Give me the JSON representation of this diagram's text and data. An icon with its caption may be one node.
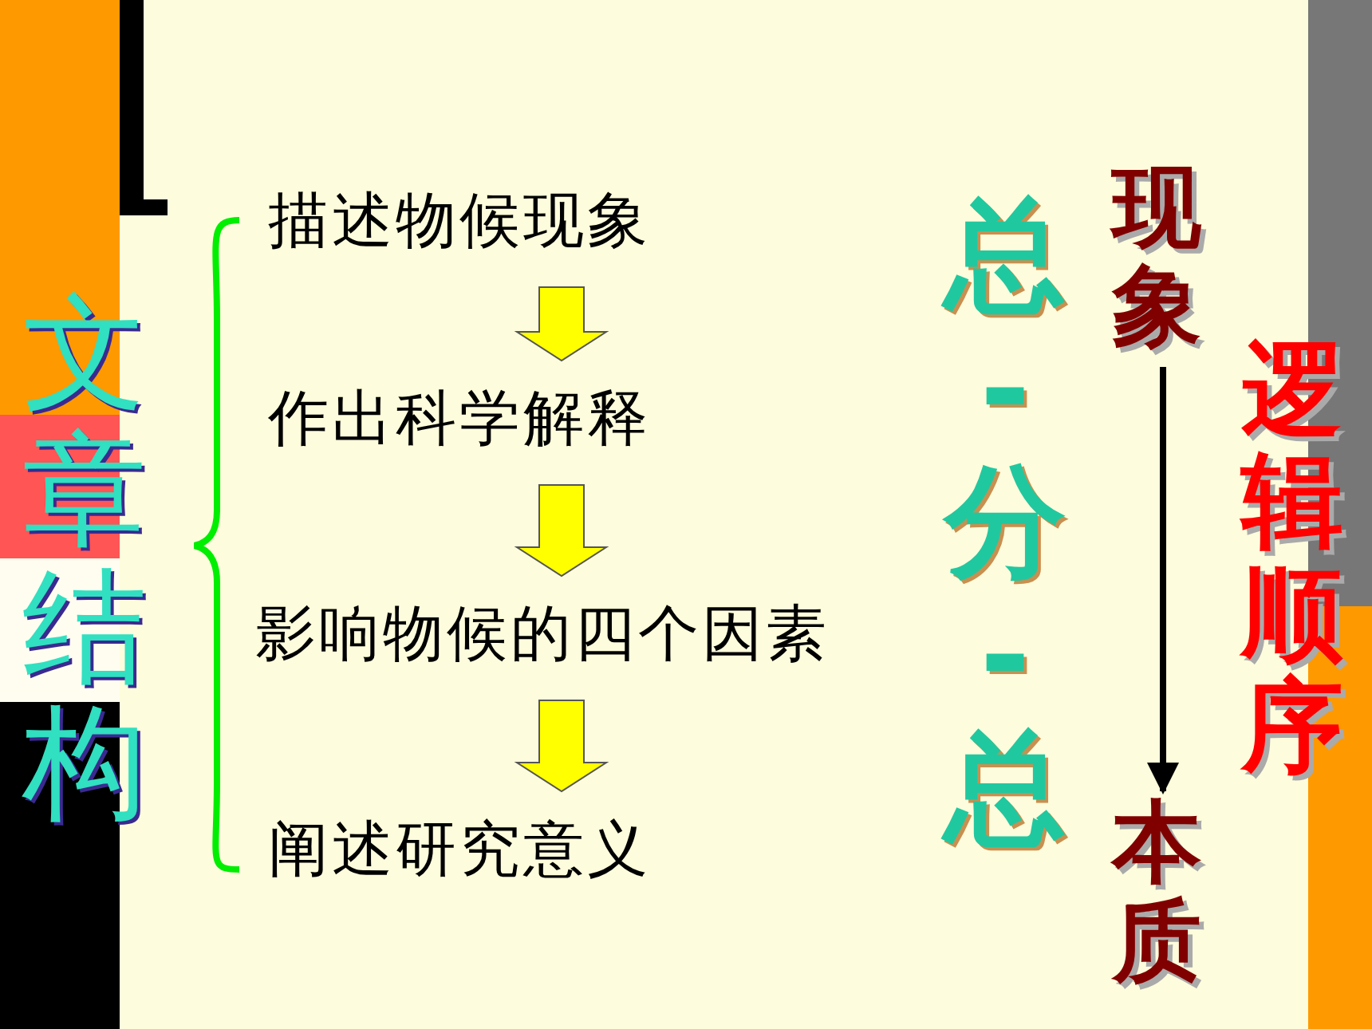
{
  "diagram": {
    "nodes": [
      {
        "text": [
          "描述物候现象"
        ]
      },
      {
        "text": [
          "作出科学解释"
        ]
      },
      {
        "text": [
          "影响物候的四个因素"
        ]
      },
      {
        "text": [
          "阐述研究意义"
        ]
      },
      {
        "text": [
          "现象"
        ]
      },
      {
        "text": [
          "本质"
        ]
      }
    ],
    "edges": [
      {
        "from": 0,
        "to": 1,
        "arrow": "to",
        "style": "thick"
      },
      {
        "from": 1,
        "to": 2,
        "arrow": "to",
        "style": "thick"
      },
      {
        "from": 2,
        "to": 3,
        "arrow": "to",
        "style": "thick"
      },
      {
        "from": 4,
        "to": 5,
        "arrow": "to",
        "color": "#000000"
      }
    ],
    "labels": [
      "文章结构",
      "总-分-总",
      "逻辑顺序"
    ]
  }
}
